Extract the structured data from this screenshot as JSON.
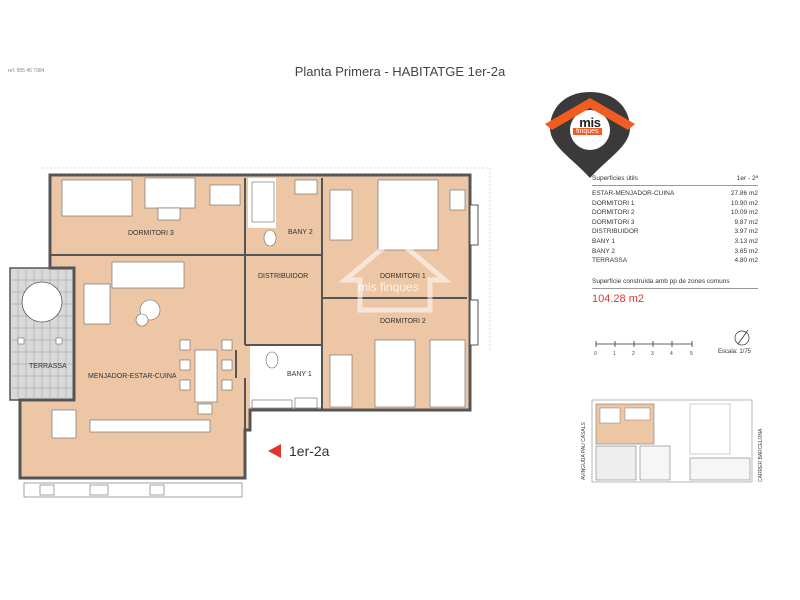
{
  "header": {
    "tiny_id": "ref. 955 45 7984",
    "title": "Planta Primera - HABITATGE 1er-2a"
  },
  "logo": {
    "text": "mis",
    "subtext": "finques",
    "watermark_text": "mis finques",
    "colors": {
      "orange": "#f25c22",
      "dark": "#3a3a3a"
    }
  },
  "plan": {
    "unit_tag": "1er-2a",
    "rooms": {
      "dormitori_3": "DORMITORI 3",
      "bany_2": "BANY 2",
      "distribuidor": "DISTRIBUIDOR",
      "dormitori_1": "DORMITORI 1",
      "dormitori_2": "DORMITORI 2",
      "terrassa": "TERRASSA",
      "menjador": "MENJADOR-ESTAR-CUINA",
      "bany_1": "BANY 1"
    },
    "colors": {
      "floor": "#edc6a6",
      "wall": "#555555",
      "terrace": "#d9d9d9"
    }
  },
  "surfaces": {
    "header_left": "Superfícies útils",
    "header_right": "1er - 2ª",
    "rows": [
      {
        "name": "ESTAR-MENJADOR-CUINA",
        "value": "27.86 m2"
      },
      {
        "name": "DORMITORI 1",
        "value": "10.90 m2"
      },
      {
        "name": "DORMITORI 2",
        "value": "10.09 m2"
      },
      {
        "name": "DORMITORI 3",
        "value": "9.87 m2"
      },
      {
        "name": "DISTRIBUIDOR",
        "value": "3.97 m2"
      },
      {
        "name": "BANY 1",
        "value": "3.13 m2"
      },
      {
        "name": "BANY 2",
        "value": "3.65 m2"
      },
      {
        "name": "TERRASSA",
        "value": "4.80 m2"
      }
    ],
    "constructed_label": "Superfície construïda amb pp de zones comuns",
    "constructed_total": "104.28 m2",
    "scale": {
      "ticks": [
        "0",
        "1",
        "2",
        "3",
        "4",
        "5"
      ],
      "label": "Escala: 1/75"
    }
  },
  "location_map": {
    "street_left": "AVINGUDA PAU CASALS",
    "street_right": "CARRER BARCELONA"
  }
}
